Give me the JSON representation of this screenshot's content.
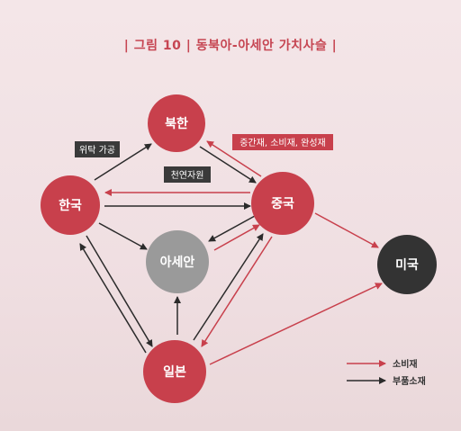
{
  "title": "| 그림 10 | 동북아-아세안 가치사슬 |",
  "nodes": {
    "north_korea": "북한",
    "korea": "한국",
    "china": "중국",
    "asean": "아세안",
    "japan": "일본",
    "usa": "미국"
  },
  "boxes": {
    "consignment": "위탁 가공",
    "natural_resources": "천연자원",
    "goods": "중간재, 소비재, 완성재"
  },
  "legend": {
    "consumer_goods": "소비재",
    "parts_materials": "부품소재"
  },
  "colors": {
    "red_node": "#c8404c",
    "gray_node": "#9a9a9a",
    "dark_node": "#333333",
    "red_arrow": "#c8404c",
    "dark_arrow": "#2b2b2b",
    "label_box": "#3a3a3a"
  }
}
